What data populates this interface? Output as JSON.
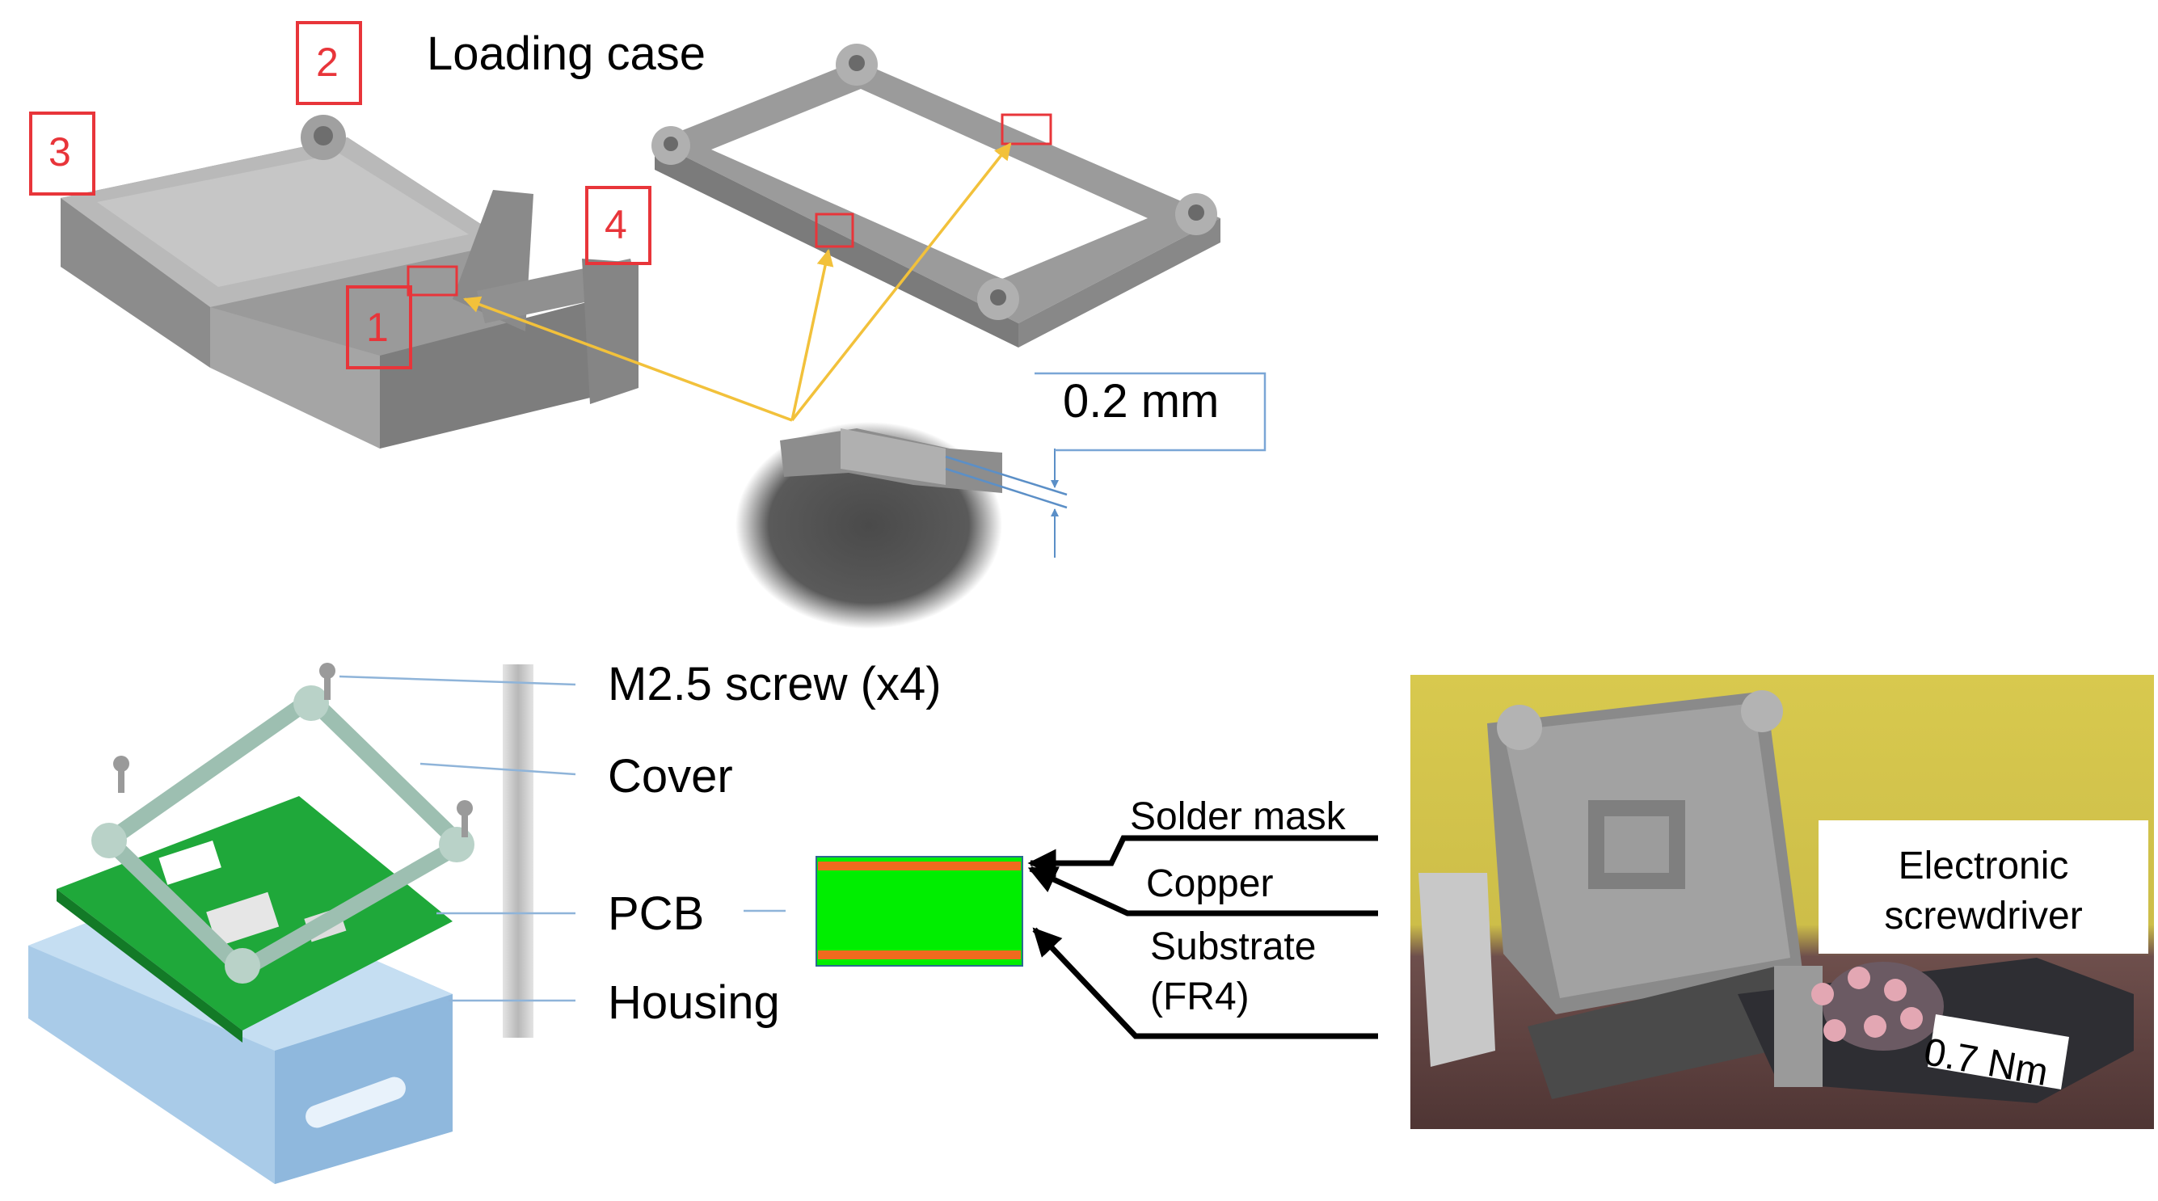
{
  "top": {
    "title": "Loading case",
    "markers": [
      "1",
      "2",
      "3",
      "4"
    ],
    "dimension": "0.2 mm"
  },
  "assembly": {
    "labels": [
      "M2.5 screw (x4)",
      "Cover",
      "PCB",
      "Housing"
    ]
  },
  "pcb_layers": {
    "labels": [
      "Solder mask",
      "Copper",
      "Substrate",
      "(FR4)"
    ]
  },
  "photo": {
    "tool_line1": "Electronic",
    "tool_line2": "screwdriver",
    "torque": "0.7 Nm"
  },
  "colors": {
    "marker_red": "#e8353a",
    "arrow_yellow": "#f2c13b",
    "leader_blue": "#8fb4d9",
    "pcb_green": "#00ee00",
    "copper_orange": "#f06a1e"
  }
}
